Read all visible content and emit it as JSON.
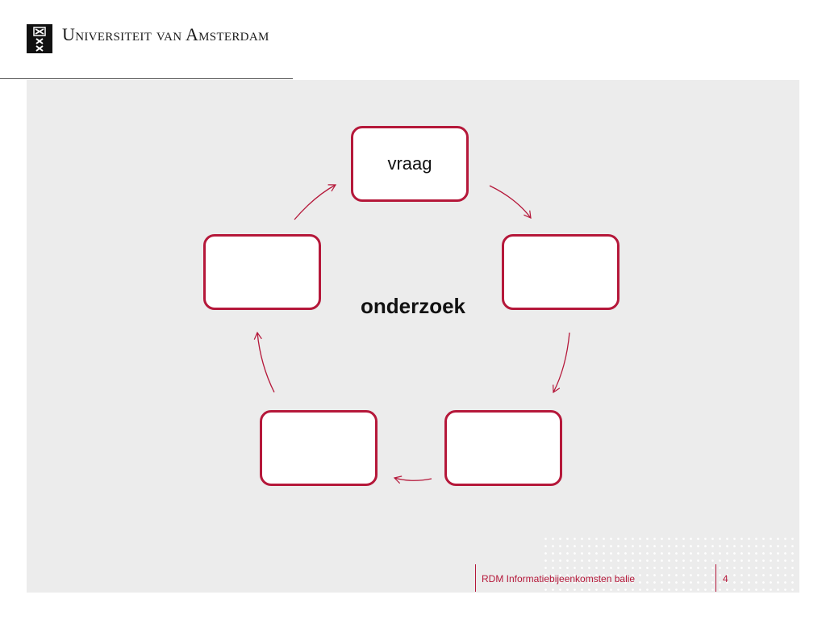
{
  "header": {
    "logo_icon": "uva-crest-icon",
    "institution": "Universiteit van Amsterdam"
  },
  "diagram": {
    "center_label": "onderzoek",
    "boxes": [
      {
        "id": "top",
        "label": "vraag"
      },
      {
        "id": "right",
        "label": ""
      },
      {
        "id": "bottom-right",
        "label": ""
      },
      {
        "id": "bottom-left",
        "label": ""
      },
      {
        "id": "left",
        "label": ""
      }
    ],
    "accent_color": "#b5183a"
  },
  "footer": {
    "title": "RDM Informatiebijeenkomsten balie",
    "page_number": "4"
  }
}
